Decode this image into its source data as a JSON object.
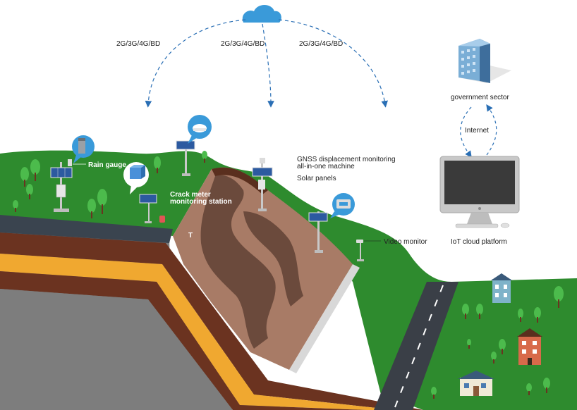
{
  "network": {
    "link_left": "2G/3G/4G/BD",
    "link_center": "2G/3G/4G/BD",
    "link_right": "2G/3G/4G/BD",
    "internet": "Internet"
  },
  "labels": {
    "government": "government sector",
    "iot": "IoT cloud platform",
    "rain_gauge": "Rain gauge",
    "crack_line1": "Crack meter",
    "crack_line2": "monitoring station",
    "gnss_line1": "GNSS displacement monitoring",
    "gnss_line2": "all-in-one machine",
    "solar": "Solar panels",
    "video": "Video monitor"
  },
  "colors": {
    "grass": "#2e8b2e",
    "earth": "#a87b66",
    "slide": "#6b4a3c",
    "layer_orange": "#f0a830",
    "layer_brown": "#6b3320",
    "rock": "#7d7d7d",
    "road": "#3a3f47",
    "cloud": "#3a9ad9",
    "arrow": "#2a6fb5"
  },
  "icons": [
    "cloud-icon",
    "building-icon",
    "monitor-icon",
    "rain-gauge-icon",
    "crack-meter-icon",
    "gnss-icon",
    "solar-panel-icon",
    "camera-icon",
    "tree-icon",
    "house-icon"
  ]
}
